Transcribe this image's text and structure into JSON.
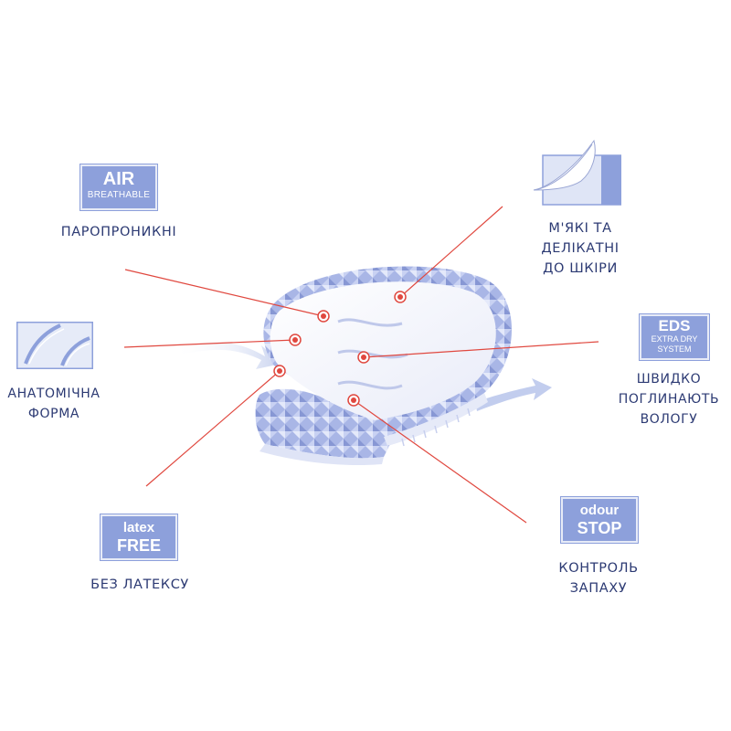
{
  "features": {
    "air": {
      "badge_big": "AIR",
      "badge_small": "BREATHABLE",
      "caption": "ПАРОПРОНИКНІ"
    },
    "soft": {
      "caption_line1": "М'ЯКІ ТА",
      "caption_line2": "ДЕЛІКАТНІ",
      "caption_line3": "ДО ШКІРИ"
    },
    "anatomic": {
      "caption_line1": "АНАТОМІЧНА",
      "caption_line2": "ФОРМА"
    },
    "eds": {
      "badge_big": "EDS",
      "badge_small_line1": "EXTRA DRY",
      "badge_small_line2": "SYSTEM",
      "caption_line1": "ШВИДКО",
      "caption_line2": "ПОГЛИНАЮТЬ",
      "caption_line3": "ВОЛОГУ"
    },
    "latex": {
      "badge_line1": "latex",
      "badge_line2": "FREE",
      "caption": "БЕЗ ЛАТЕКСУ"
    },
    "odour": {
      "badge_line1": "odour",
      "badge_line2": "STOP",
      "caption_line1": "КОНТРОЛЬ",
      "caption_line2": "ЗАПАХУ"
    }
  },
  "colors": {
    "accent": "#8da0db",
    "text": "#2c3a73",
    "connector": "#e0483f"
  }
}
